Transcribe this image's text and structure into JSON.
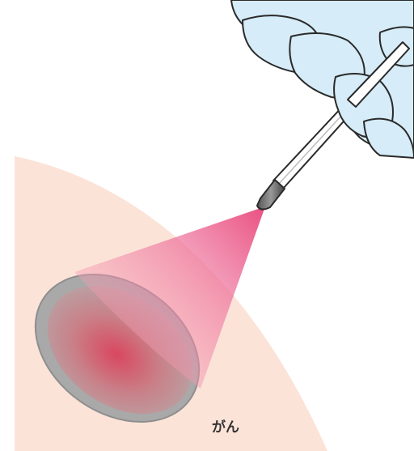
{
  "labels": {
    "tumor": "がん"
  },
  "colors": {
    "skin": "#fce3d8",
    "glove": "#d6ecf8",
    "outline": "#2a2a2a",
    "beam": "#e8457a",
    "tumor": "#d9475f",
    "tumor_rim": "#a9a9a9"
  },
  "icons": {
    "hand": "gloved-hand",
    "probe": "laser-probe"
  }
}
